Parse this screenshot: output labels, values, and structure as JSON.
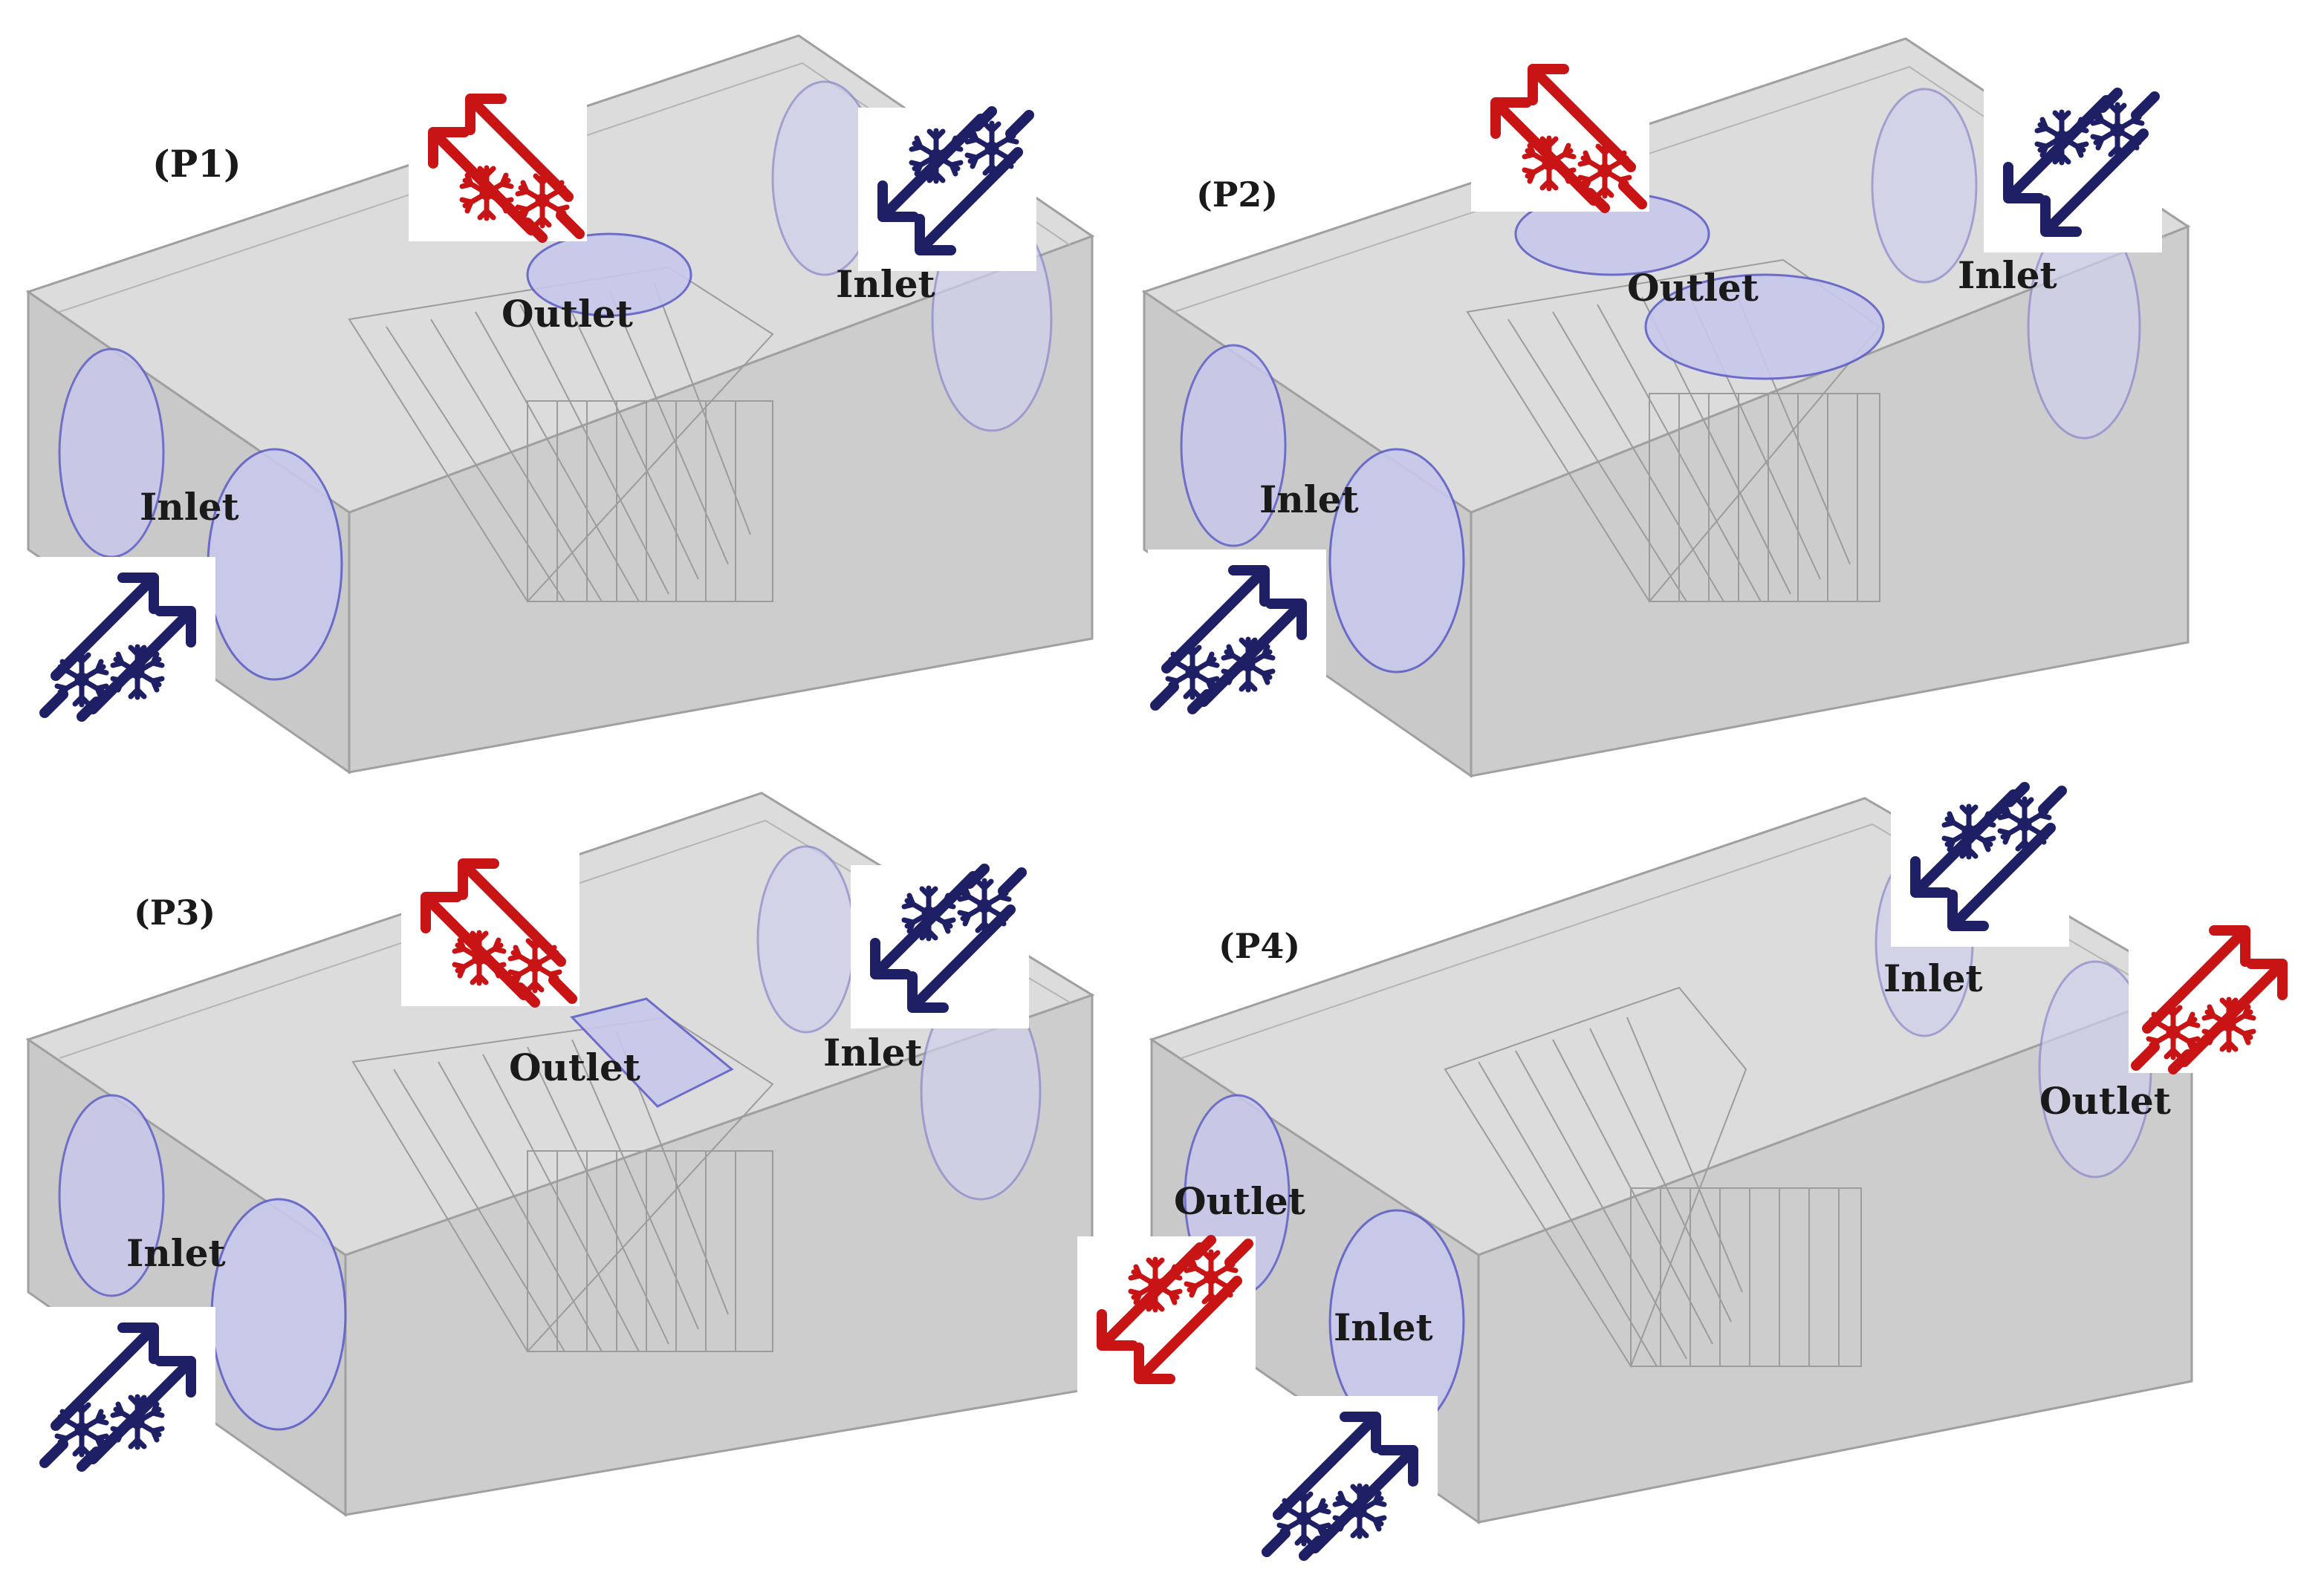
{
  "panels": [
    {
      "id": "P1",
      "tag": "(P1)",
      "labels": {
        "outlet_top": "Outlet",
        "inlet_right": "Inlet",
        "inlet_left": "Inlet"
      }
    },
    {
      "id": "P2",
      "tag": "(P2)",
      "labels": {
        "outlet_top": "Outlet",
        "inlet_right": "Inlet",
        "inlet_left": "Inlet"
      }
    },
    {
      "id": "P3",
      "tag": "(P3)",
      "labels": {
        "outlet_top": "Outlet",
        "inlet_right": "Inlet",
        "inlet_left": "Inlet"
      }
    },
    {
      "id": "P4",
      "tag": "(P4)",
      "labels": {
        "inlet_top": "Inlet",
        "outlet_right": "Outlet",
        "outlet_left": "Outlet",
        "inlet_left": "Inlet"
      }
    }
  ],
  "colors": {
    "box_fill": "#d3d3d3",
    "box_edge": "#9a9a9a",
    "port_fill": "#c8c8e8",
    "port_edge": "#5a5ad0",
    "hot_arrow": "#c81414",
    "cold_arrow": "#1f1f66"
  }
}
